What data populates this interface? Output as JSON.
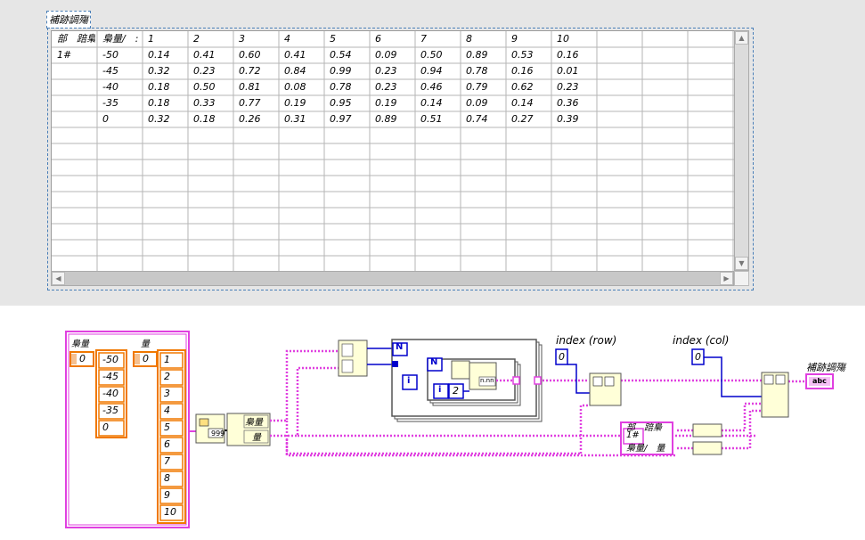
{
  "front_panel": {
    "table_label": "補跡調殤",
    "table": {
      "headers": [
        "部　踣梟",
        "梟量/　:",
        "1",
        "2",
        "3",
        "4",
        "5",
        "6",
        "7",
        "8",
        "9",
        "10"
      ],
      "rows": [
        [
          "1#",
          "-50",
          "0.14",
          "0.41",
          "0.60",
          "0.41",
          "0.54",
          "0.09",
          "0.50",
          "0.89",
          "0.53",
          "0.16"
        ],
        [
          "",
          "-45",
          "0.32",
          "0.23",
          "0.72",
          "0.84",
          "0.99",
          "0.23",
          "0.94",
          "0.78",
          "0.16",
          "0.01"
        ],
        [
          "",
          "-40",
          "0.18",
          "0.50",
          "0.81",
          "0.08",
          "0.78",
          "0.23",
          "0.46",
          "0.79",
          "0.62",
          "0.23"
        ],
        [
          "",
          "-35",
          "0.18",
          "0.33",
          "0.77",
          "0.19",
          "0.95",
          "0.19",
          "0.14",
          "0.09",
          "0.14",
          "0.36"
        ],
        [
          "",
          "0",
          "0.32",
          "0.18",
          "0.26",
          "0.31",
          "0.97",
          "0.89",
          "0.51",
          "0.74",
          "0.27",
          "0.39"
        ]
      ]
    }
  },
  "block_diagram": {
    "cluster_label_left": "梟量",
    "cluster_label_right": "量",
    "array1_index": "0",
    "array1_values": [
      "-50",
      "-45",
      "-40",
      "-35",
      "0"
    ],
    "array2_index": "0",
    "array2_values": [
      "1",
      "2",
      "3",
      "4",
      "5",
      "6",
      "7",
      "8",
      "9",
      "10"
    ],
    "unbundle_out1": "梟量",
    "unbundle_out2": "量",
    "loop_count_outer": "N",
    "loop_count_inner": "N",
    "loop_index_outer": "i",
    "loop_index_inner": "i",
    "precision_const": "2",
    "format_label": "n.nn",
    "index_row_label": "index (row)",
    "index_row_value": "0",
    "index_col_label": "index (col)",
    "index_col_value": "0",
    "header_const_line1": "部　踣梟",
    "header_const_line2a": "1#",
    "header_const_line2b": "梟量/　量",
    "indicator_label": "補跡調殤",
    "indicator_terminal": "abc",
    "const_999": "999",
    "colors": {
      "string_wire": "#e040e0",
      "dbl_wire": "#f07800",
      "int_blue": "#0000cc",
      "node_fill": "#ffffd8",
      "panel_bg": "#e6e6e6"
    }
  }
}
